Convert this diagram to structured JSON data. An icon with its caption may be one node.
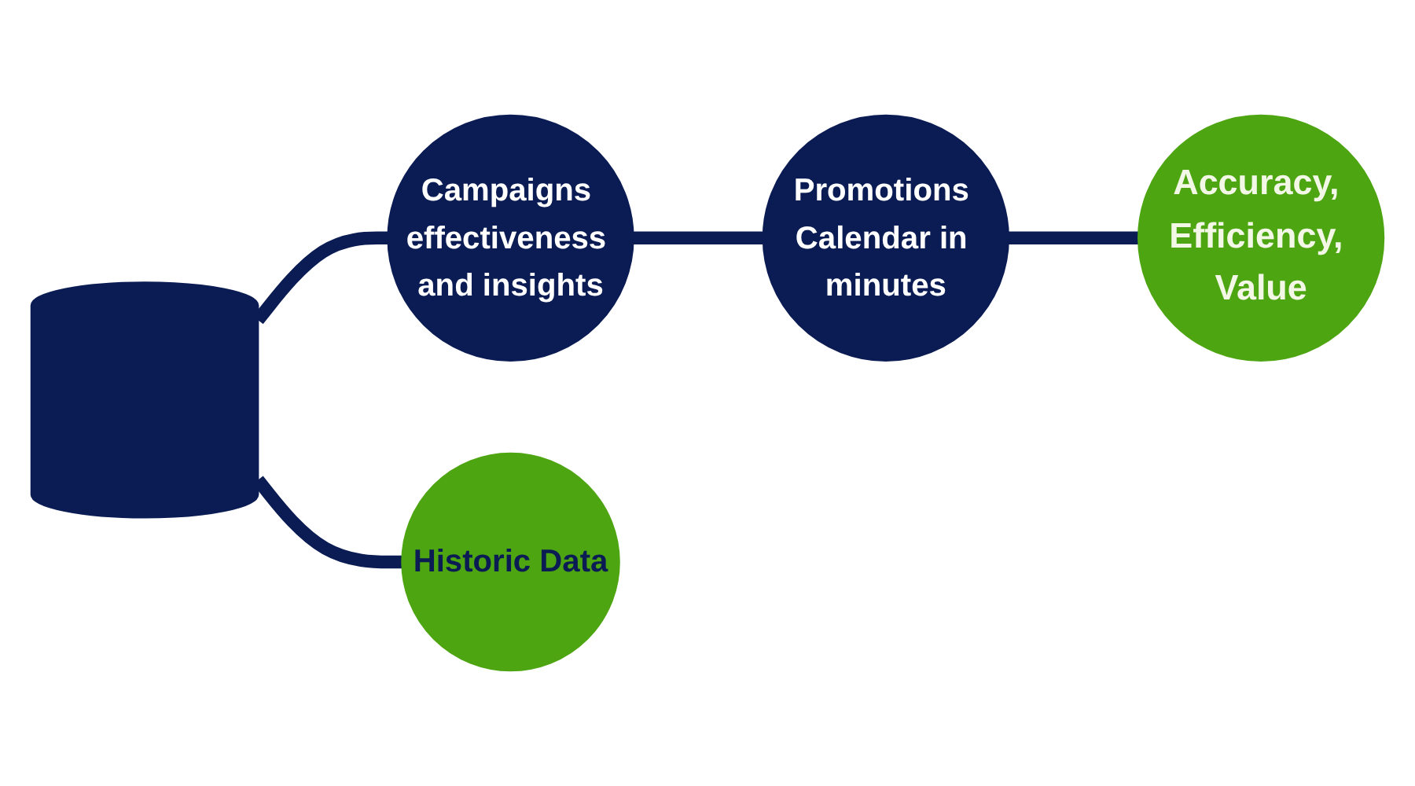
{
  "diagram": {
    "nodes": [
      {
        "text": [],
        "shape": "cylinder"
      },
      {
        "text": [
          "Campaigns effectiveness and insights"
        ]
      },
      {
        "text": [
          "Historic Data"
        ]
      },
      {
        "text": [
          "Promotions Calendar in minutes"
        ]
      },
      {
        "text": [
          "Accuracy, Efficiency, Value"
        ]
      }
    ],
    "edges": [
      {
        "from": 0,
        "to": 1,
        "arrow": "none"
      },
      {
        "from": 1,
        "to": 3,
        "arrow": "none"
      },
      {
        "from": 3,
        "to": 4,
        "arrow": "none"
      },
      {
        "from": 0,
        "to": 2,
        "arrow": "none"
      }
    ]
  }
}
